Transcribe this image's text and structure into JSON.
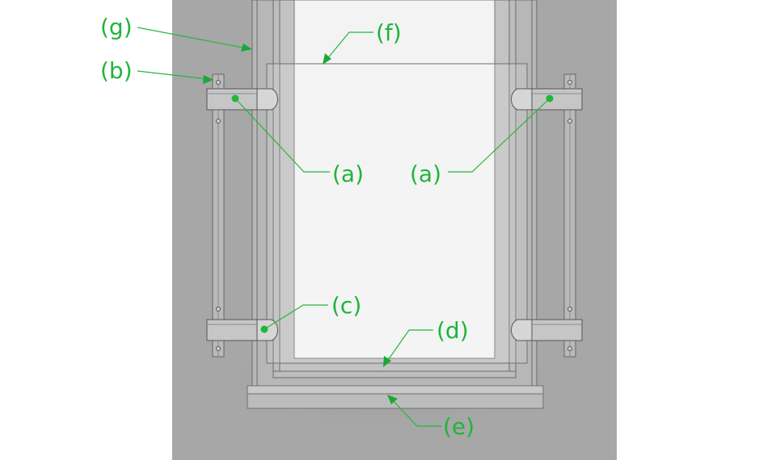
{
  "diagram": {
    "colors": {
      "wall": "#a7a7a7",
      "glass": "#f3f3f3",
      "label_green": "#1eb53a"
    },
    "labels": {
      "a": "(a)",
      "b": "(b)",
      "c": "(c)",
      "d": "(d)",
      "e": "(e)",
      "f": "(f)",
      "g": "(g)"
    }
  }
}
